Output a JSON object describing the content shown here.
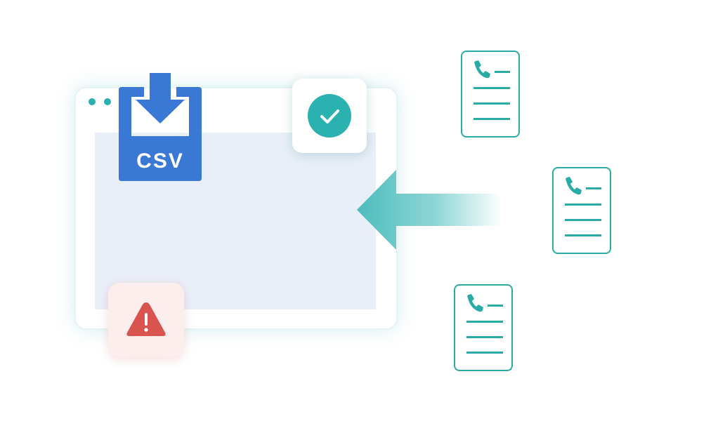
{
  "window": {
    "dots": [
      "dot",
      "dot",
      "dot"
    ]
  },
  "file_icon": {
    "name": "csv-download-icon",
    "label": "CSV",
    "color": "#3a78d6"
  },
  "status": {
    "success_icon": "check-icon",
    "error_icon": "warning-icon",
    "success_color": "#2ab2b0",
    "error_color": "#d9534f"
  },
  "import_arrow": {
    "icon": "arrow-left-icon",
    "color": "#5cc2c2"
  },
  "contacts": [
    {
      "icon": "phone-contact-card-icon"
    },
    {
      "icon": "phone-contact-card-icon"
    },
    {
      "icon": "phone-contact-card-icon"
    }
  ],
  "colors": {
    "accent": "#2aaba6",
    "panel": "#e9eff8"
  }
}
